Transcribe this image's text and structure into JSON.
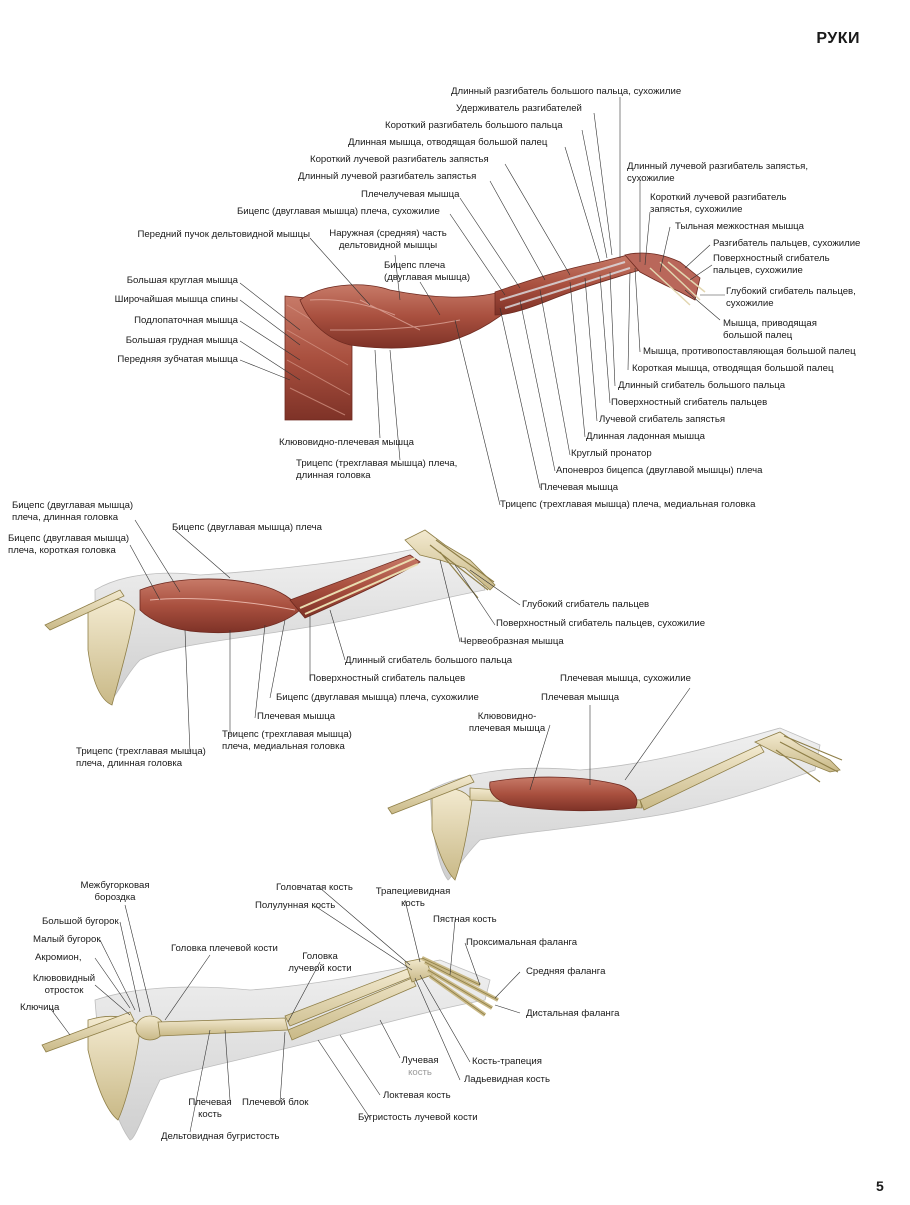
{
  "page": {
    "title": "РУКИ",
    "number": "5"
  },
  "figure1": {
    "labels": {
      "ext_poll_long_tendon": "Длинный разгибатель большого пальца, сухожилие",
      "ext_retinaculum": "Удерживатель разгибателей",
      "ext_poll_brevis": "Короткий разгибатель большого пальца",
      "abd_poll_longus": "Длинная мышца, отводящая большой палец",
      "ext_carpi_rad_brevis": "Короткий лучевой разгибатель запястья",
      "ext_carpi_rad_longus": "Длинный лучевой разгибатель запястья",
      "brachioradialis": "Плечелучевая мышца",
      "biceps_tendon": "Бицепс (двуглавая мышца) плеча, сухожилие",
      "ant_deltoid": "Передний пучок дельтовидной мышцы",
      "lat_deltoid": "Наружная (средняя) часть\nдельтовидной мышцы",
      "biceps": "Бицепс плеча\n(двуглавая мышца)",
      "teres_major": "Большая круглая мышца",
      "lat_dorsi": "Широчайшая мышца спины",
      "infraspinatus": "Подлопаточная мышца",
      "pec_major": "Большая грудная мышца",
      "serratus": "Передняя зубчатая мышца",
      "coracobrachialis": "Клювовидно-плечевая мышца",
      "triceps_long": "Трицепс (трехглавая мышца) плеча,\nдлинная головка",
      "ecrl_tendon": "Длинный лучевой разгибатель запястья,\nсухожилие",
      "ecrb_tendon": "Короткий лучевой разгибатель\nзапястья, сухожилие",
      "dorsal_interosseous": "Тыльная межкостная мышца",
      "ext_digitorum_tendon": "Разгибатель пальцев, сухожилие",
      "fds_tendon": "Поверхностный сгибатель\nпальцев, сухожилие",
      "fdp_tendon": "Глубокий сгибатель пальцев,\nсухожилие",
      "adductor_pollicis": "Мышца, приводящая\nбольшой палец",
      "opponens_pollicis": "Мышца, противопоставляющая большой палец",
      "abd_poll_brevis": "Короткая мышца, отводящая большой палец",
      "fpl": "Длинный сгибатель большого пальца",
      "fds": "Поверхностный сгибатель пальцев",
      "fcr": "Лучевой сгибатель запястья",
      "palmaris_longus": "Длинная ладонная мышца",
      "pronator_teres": "Круглый пронатор",
      "bicipital_aponeurosis": "Апоневроз бицепса (двуглавой мышцы) плеча",
      "brachialis": "Плечевая мышца",
      "triceps_medial": "Трицепс (трехглавая мышца) плеча, медиальная головка"
    }
  },
  "figure2": {
    "labels": {
      "biceps_long_head": "Бицепс (двуглавая мышца)\nплеча, длинная головка",
      "biceps_short_head": "Бицепс (двуглавая мышца)\nплеча, короткая головка",
      "biceps": "Бицепс (двуглавая мышца) плеча",
      "fdp": "Глубокий сгибатель пальцев",
      "fds_tendon": "Поверхностный сгибатель пальцев, сухожилие",
      "lumbricals": "Червеобразная мышца",
      "fpl": "Длинный сгибатель большого пальца",
      "fds": "Поверхностный сгибатель пальцев",
      "biceps_tendon": "Бицепс (двуглавая мышца) плеча, сухожилие",
      "brachialis": "Плечевая мышца",
      "triceps_medial": "Трицепс (трехглавая мышца)\nплеча, медиальная головка",
      "triceps_long": "Трицепс (трехглавая мышца)\nплеча, длинная головка"
    }
  },
  "figure3": {
    "labels": {
      "brachialis_tendon": "Плечевая мышца, сухожилие",
      "brachialis": "Плечевая мышца",
      "coracobrachialis": "Клювовидно-\nплечевая мышца"
    }
  },
  "figure4": {
    "labels": {
      "intertubercular": "Межбугорковая\nбороздка",
      "greater_tubercle": "Большой бугорок",
      "lesser_tubercle": "Малый бугорок",
      "acromion": "Акромион,",
      "coracoid": "Клювовидный\nотросток",
      "clavicle": "Ключица",
      "humeral_head": "Головка плечевой кости",
      "radial_head": "Головка\nлучевой кости",
      "capitate": "Головчатая кость",
      "lunate": "Полулунная кость",
      "trapezoid": "Трапециевидная\nкость",
      "metacarpal": "Пястная кость",
      "proximal_phalanx": "Проксимальная фаланга",
      "middle_phalanx": "Средняя фаланга",
      "distal_phalanx": "Дистальная фаланга",
      "radius": "Лучевая",
      "radius_sub": "кость",
      "trapezium": "Кость-трапеция",
      "scaphoid": "Ладьевидная кость",
      "ulna": "Локтевая кость",
      "radial_tuberosity": "Бугристость лучевой кости",
      "humerus": "Плечевая\nкость",
      "trochlea": "Плечевой блок",
      "deltoid_tuberosity": "Дельтовидная бугристость"
    }
  },
  "colors": {
    "muscle": "#b25c4c",
    "muscle_dark": "#8a3a2e",
    "bone": "#e8dca6",
    "bone_dark": "#b7a76a",
    "tendon": "#d9dde2",
    "skin": "#e6e6e6",
    "leader": "#333333"
  }
}
